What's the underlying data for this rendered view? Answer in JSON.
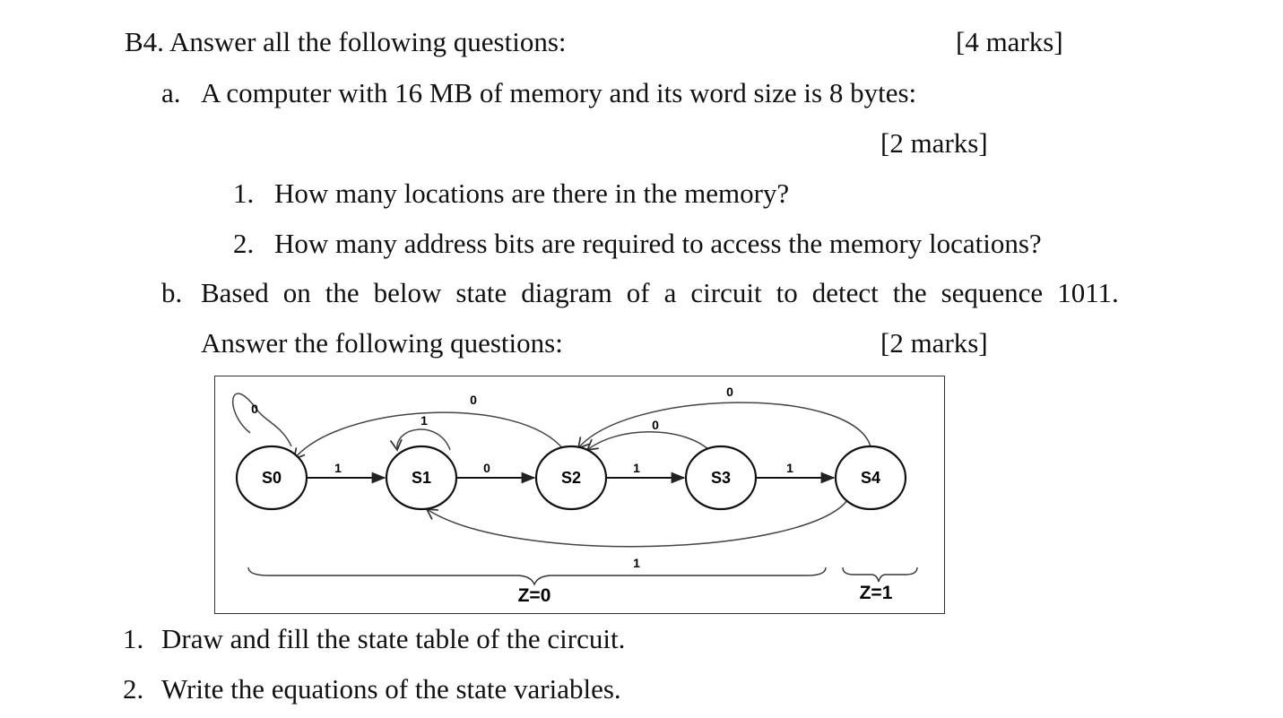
{
  "question": {
    "title": "B4. Answer all the following questions:",
    "marks": "[4 marks]"
  },
  "part_a": {
    "letter": "a.",
    "text": "A computer with 16 MB of memory and its word size is 8 bytes:",
    "marks": "[2 marks]",
    "items": [
      {
        "num": "1.",
        "text": "How many locations are there in the memory?"
      },
      {
        "num": "2.",
        "text": "How many address bits are required to access the memory locations?"
      }
    ]
  },
  "part_b": {
    "letter": "b.",
    "words": [
      "Based",
      "on",
      "the",
      "below",
      "state",
      "diagram",
      "of",
      "a",
      "circuit",
      "to",
      "detect",
      "the",
      "sequence",
      "1011."
    ],
    "line2": "Answer the following questions:",
    "marks": "[2 marks]"
  },
  "diagram": {
    "states": [
      "S0",
      "S1",
      "S2",
      "S3",
      "S4"
    ],
    "transitions": [
      {
        "from": "S0",
        "to": "S0",
        "input": "0"
      },
      {
        "from": "S0",
        "to": "S1",
        "input": "1"
      },
      {
        "from": "S1",
        "to": "S1",
        "input": "1"
      },
      {
        "from": "S1",
        "to": "S2",
        "input": "0"
      },
      {
        "from": "S2",
        "to": "S0",
        "input": "0"
      },
      {
        "from": "S2",
        "to": "S3",
        "input": "1"
      },
      {
        "from": "S3",
        "to": "S2",
        "input": "0"
      },
      {
        "from": "S3",
        "to": "S4",
        "input": "1"
      },
      {
        "from": "S4",
        "to": "S2",
        "input": "0"
      },
      {
        "from": "S4",
        "to": "S1",
        "input": "1"
      }
    ],
    "output_groups": [
      {
        "label": "Z=0",
        "states": [
          "S0",
          "S1",
          "S2",
          "S3"
        ]
      },
      {
        "label": "Z=1",
        "states": [
          "S4"
        ]
      }
    ]
  },
  "tasks": [
    {
      "num": "1.",
      "text": "Draw and fill the state table of the circuit."
    },
    {
      "num": "2.",
      "text": "Write the equations of the state variables."
    }
  ]
}
